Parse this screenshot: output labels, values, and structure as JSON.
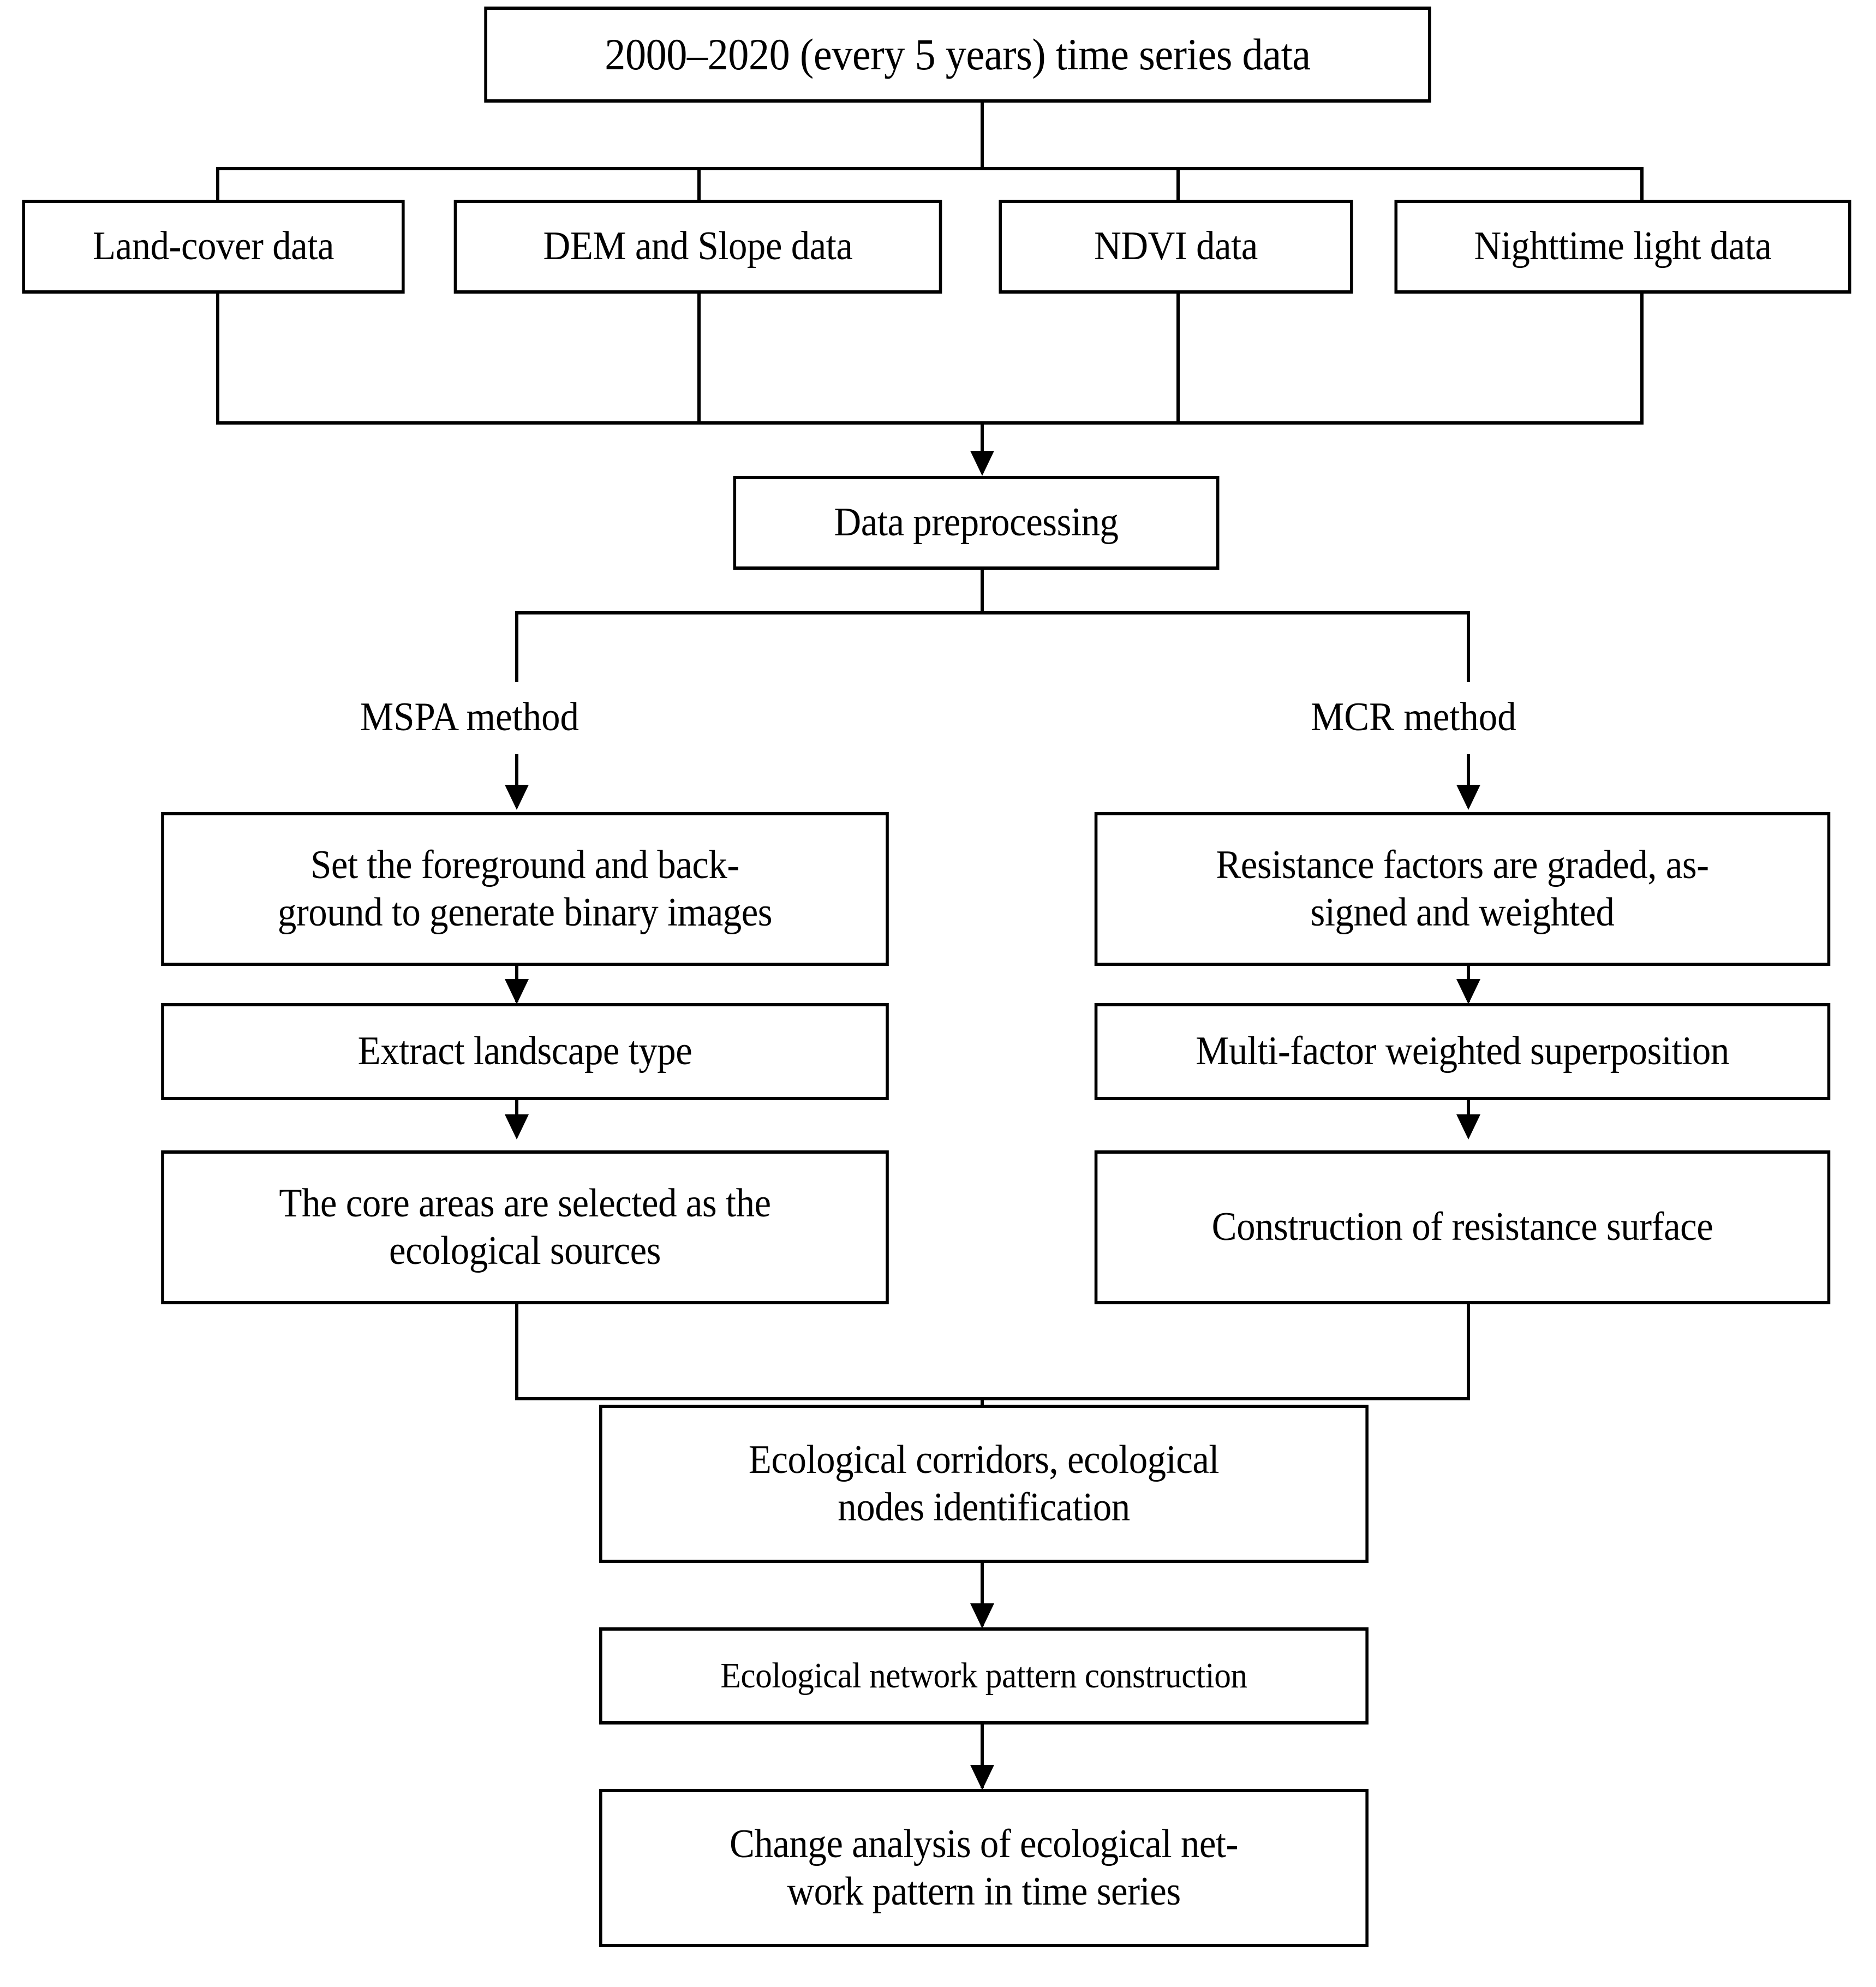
{
  "diagram": {
    "title": "Ecological network construction methodology flowchart",
    "colors": {
      "stroke": "#000000",
      "fill": "#ffffff",
      "text": "#000000"
    },
    "nodes": {
      "source_data": "2000–2020 (every 5 years) time series data",
      "land_cover": "Land-cover data",
      "dem_slope": "DEM and Slope data",
      "ndvi": "NDVI data",
      "nightlight": "Nighttime light data",
      "preprocessing": "Data preprocessing",
      "mspa_step1": "Set the foreground and back-\nground to generate binary images",
      "mspa_step2": "Extract landscape type",
      "mspa_step3": "The core areas are selected as the\necological sources",
      "mcr_step1": "Resistance factors are graded, as-\nsigned and weighted",
      "mcr_step2": "Multi-factor weighted superposition",
      "mcr_step3": "Construction of resistance surface",
      "corridors": "Ecological corridors, ecological\nnodes identification",
      "network_pattern": "Ecological network pattern construction",
      "change_analysis": "Change analysis of ecological net-\nwork pattern in time series"
    },
    "branch_labels": {
      "mspa": "MSPA method",
      "mcr": "MCR method"
    }
  }
}
